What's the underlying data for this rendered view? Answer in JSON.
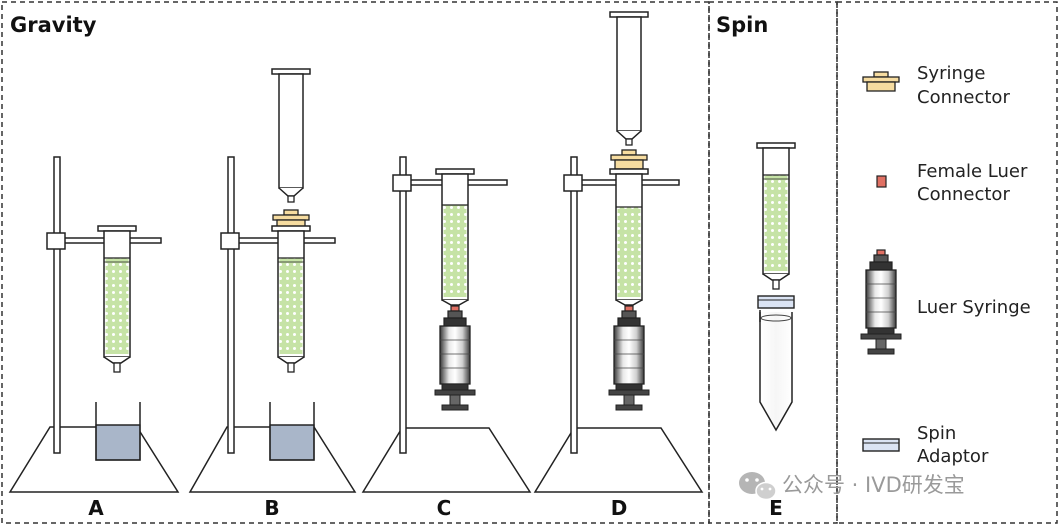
{
  "sections": {
    "gravity": "Gravity",
    "spin": "Spin"
  },
  "panels": [
    "A",
    "B",
    "C",
    "D",
    "E"
  ],
  "legend": {
    "syringe_connector": [
      "Syringe",
      "Connector"
    ],
    "female_luer_connector": [
      "Female Luer",
      "Connector"
    ],
    "luer_syringe": [
      "Luer Syringe"
    ],
    "spin_adaptor": [
      "Spin",
      "Adaptor"
    ]
  },
  "watermark": "公众号 · IVD研发宝",
  "colors": {
    "resin_green": "#c6e3a6",
    "connector_yellow": "#f6dca0",
    "luer_red": "#e07063",
    "spin_adaptor_blue": "#dbe4f4",
    "buffer_blue": "#a9b6c9",
    "outline": "#222222"
  }
}
